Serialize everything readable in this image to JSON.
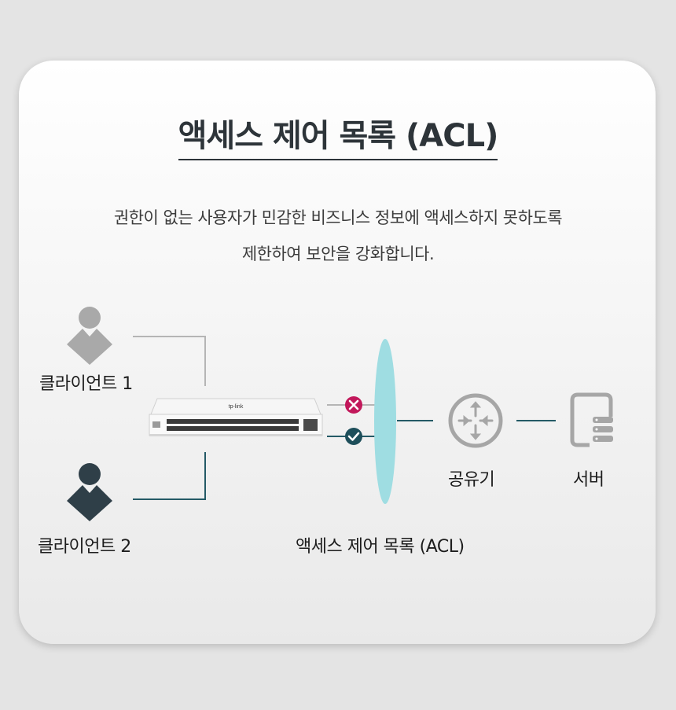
{
  "title": "액세스 제어 목록 (ACL)",
  "description": {
    "line1": "권한이 없는 사용자가 민감한 비즈니스 정보에 액세스하지 못하도록",
    "line2": "제한하여 보안을 강화합니다."
  },
  "diagram": {
    "client1_label": "클라이언트 1",
    "client2_label": "클라이언트 2",
    "router_label": "공유기",
    "server_label": "서버",
    "acl_label": "액세스 제어 목록 (ACL)",
    "switch_logo_text": "tp-link",
    "deny_icon": "x-circle-icon",
    "allow_icon": "check-circle-icon"
  },
  "colors": {
    "client1": "#a9a9a9",
    "client2": "#2f3f48",
    "deny": "#c2185b",
    "allow": "#1d4e5a",
    "acl_filter": "#9fdde2",
    "link_dark": "#245a66",
    "device_gray": "#a6a6a6"
  }
}
